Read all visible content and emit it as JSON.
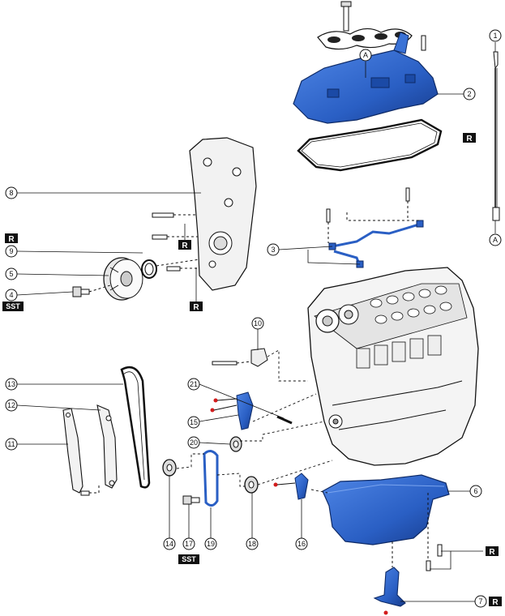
{
  "callouts": {
    "c1": "1",
    "c2": "2",
    "c3": "3",
    "c4": "4",
    "c5": "5",
    "c6": "6",
    "c7": "7",
    "c8": "8",
    "c9": "9",
    "c10": "10",
    "c11": "11",
    "c12": "12",
    "c13": "13",
    "c14": "14",
    "c15": "15",
    "c16": "16",
    "c17": "17",
    "c18": "18",
    "c19": "19",
    "c20": "20",
    "c21": "21",
    "cA1": "A",
    "cA2": "A"
  },
  "tags": {
    "replace": "R",
    "sst": "SST"
  },
  "colors": {
    "part_blue": "#2a5fc4",
    "part_dark": "#163a8a",
    "line": "#111111",
    "tag_bg": "#111111"
  }
}
